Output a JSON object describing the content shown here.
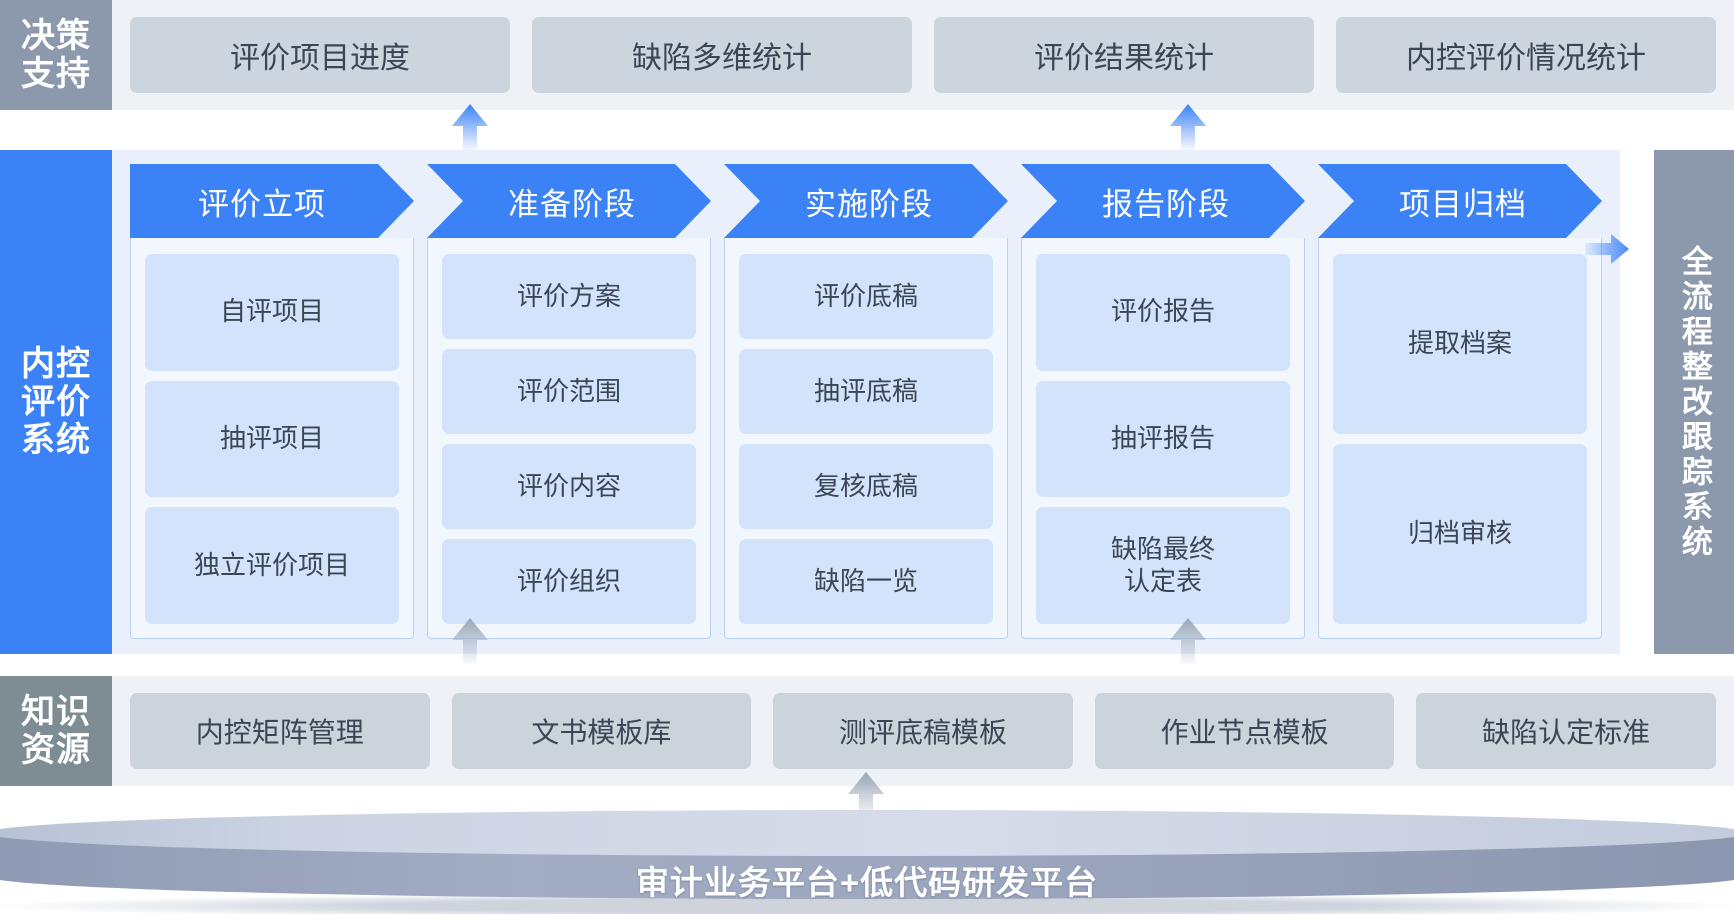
{
  "decision": {
    "label": "决策支持",
    "label_lines": [
      "决策",
      "支持"
    ],
    "cards": [
      "评价项目进度",
      "缺陷多维统计",
      "评价结果统计",
      "内控评价情况统计"
    ]
  },
  "main": {
    "label": "内控评价系统",
    "label_lines": [
      "内控",
      "评价",
      "系统"
    ],
    "stages": [
      {
        "title": "评价立项",
        "items": [
          "自评项目",
          "抽评项目",
          "独立评价项目"
        ]
      },
      {
        "title": "准备阶段",
        "items": [
          "评价方案",
          "评价范围",
          "评价内容",
          "评价组织"
        ]
      },
      {
        "title": "实施阶段",
        "items": [
          "评价底稿",
          "抽评底稿",
          "复核底稿",
          "缺陷一览"
        ]
      },
      {
        "title": "报告阶段",
        "items": [
          "评价报告",
          "抽评报告",
          "缺陷最终\n认定表"
        ]
      },
      {
        "title": "项目归档",
        "items": [
          "提取档案",
          "归档审核"
        ]
      }
    ],
    "right_system": "全流程整改跟踪系统"
  },
  "knowledge": {
    "label": "知识资源",
    "label_lines": [
      "知识",
      "资源"
    ],
    "cards": [
      "内控矩阵管理",
      "文书模板库",
      "测评底稿模板",
      "作业节点模板",
      "缺陷认定标准"
    ]
  },
  "platform": {
    "title": "审计业务平台+低代码研发平台"
  },
  "colors": {
    "brand_blue": "#3b82f6",
    "slate_header": "#8c99ad",
    "slate_knowledge": "#7e8c93",
    "card_gray": "#ccd4de",
    "sub_item_blue": "#d3e3fb",
    "panel_bg": "#eaf0fb",
    "band_bg": "#eef1f5"
  },
  "icons": {
    "up_arrow": "arrow-up-icon",
    "right_arrow": "arrow-right-icon"
  }
}
